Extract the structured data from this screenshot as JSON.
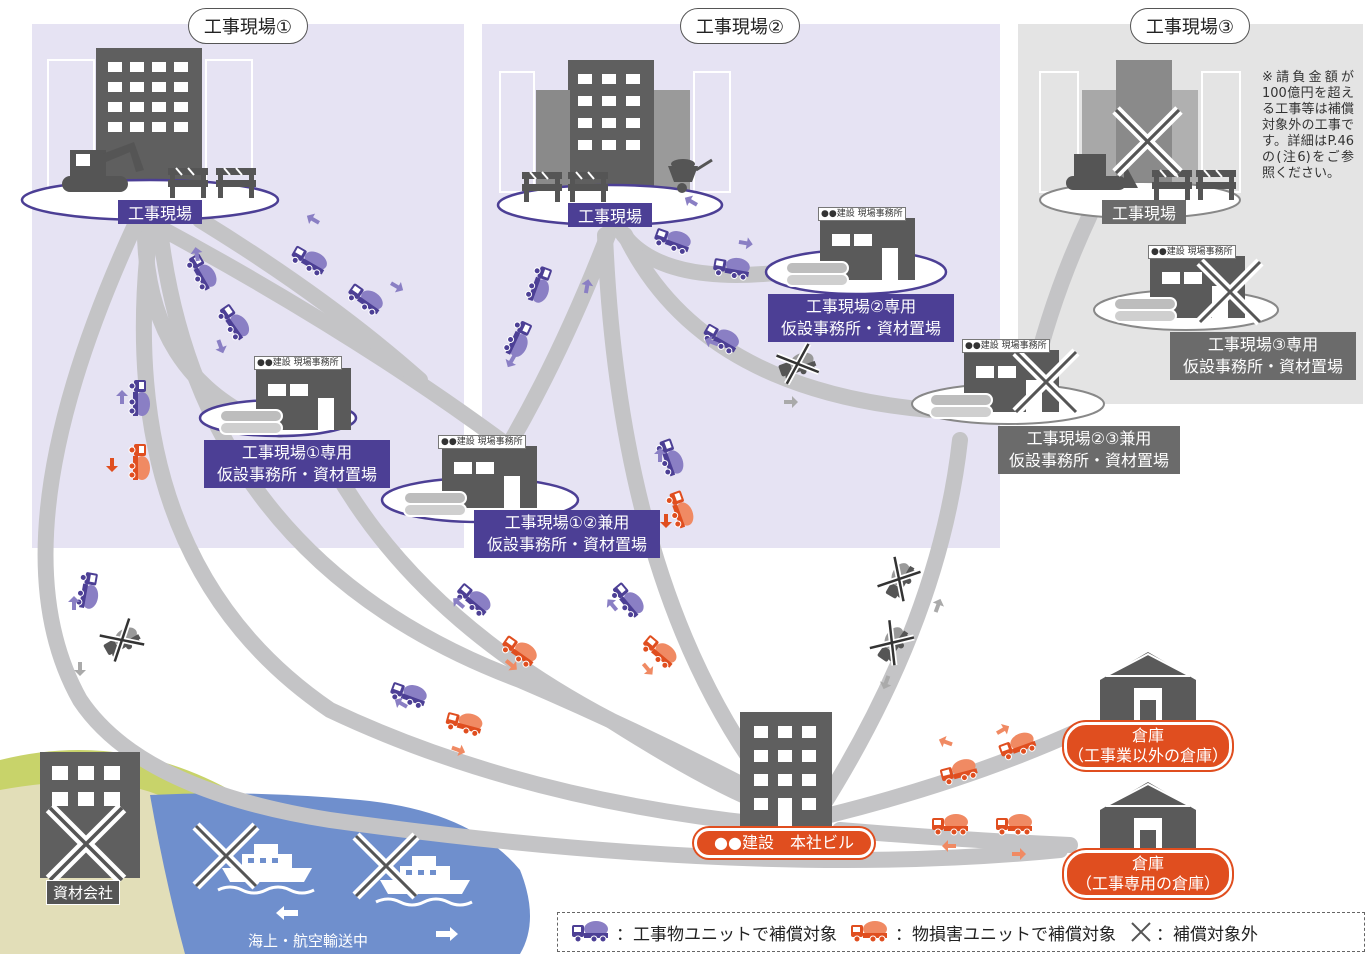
{
  "sites": {
    "site1": "工事現場①",
    "site2": "工事現場②",
    "site3": "工事現場③"
  },
  "site_tag": "工事現場",
  "office_sign": "●●建設 現場事務所",
  "offices": {
    "office1": "工事現場①専用\n仮設事務所・資材置場",
    "office12": "工事現場①②兼用\n仮設事務所・資材置場",
    "office2": "工事現場②専用\n仮設事務所・資材置場",
    "office23": "工事現場②③兼用\n仮設事務所・資材置場",
    "office3": "工事現場③専用\n仮設事務所・資材置場"
  },
  "note": "※請負金額が100億円を超える工事等は補償対象外の工事です。詳細はP.46の(注6)をご参照ください。",
  "hq": "●●建設　本社ビル",
  "warehouses": {
    "wh1_line1": "倉庫",
    "wh1_line2": "（工事業以外の倉庫）",
    "wh2_line1": "倉庫",
    "wh2_line2": "（工事専用の倉庫）"
  },
  "supplier": "資材会社",
  "sea_label": "海上・航空輸送中",
  "legend": {
    "works": "：工事物ユニットで補償対象",
    "property": "：物損害ユニットで補償対象",
    "excluded": "：補償対象外"
  },
  "colors": {
    "purple": "#4c3f95",
    "purple_light": "#e6e3f3",
    "orange": "#e04e1f",
    "gray_panel": "#e4e4e4",
    "road": "#c4c4c6",
    "building": "#5f5f5f",
    "sea": "#6f8fcd"
  },
  "icons": [
    "truck-purple-icon",
    "truck-orange-icon",
    "truck-excluded-icon",
    "ship-icon",
    "cross-icon",
    "building-icon",
    "warehouse-icon",
    "excavator-icon",
    "barrier-icon",
    "wheelbarrow-icon"
  ]
}
